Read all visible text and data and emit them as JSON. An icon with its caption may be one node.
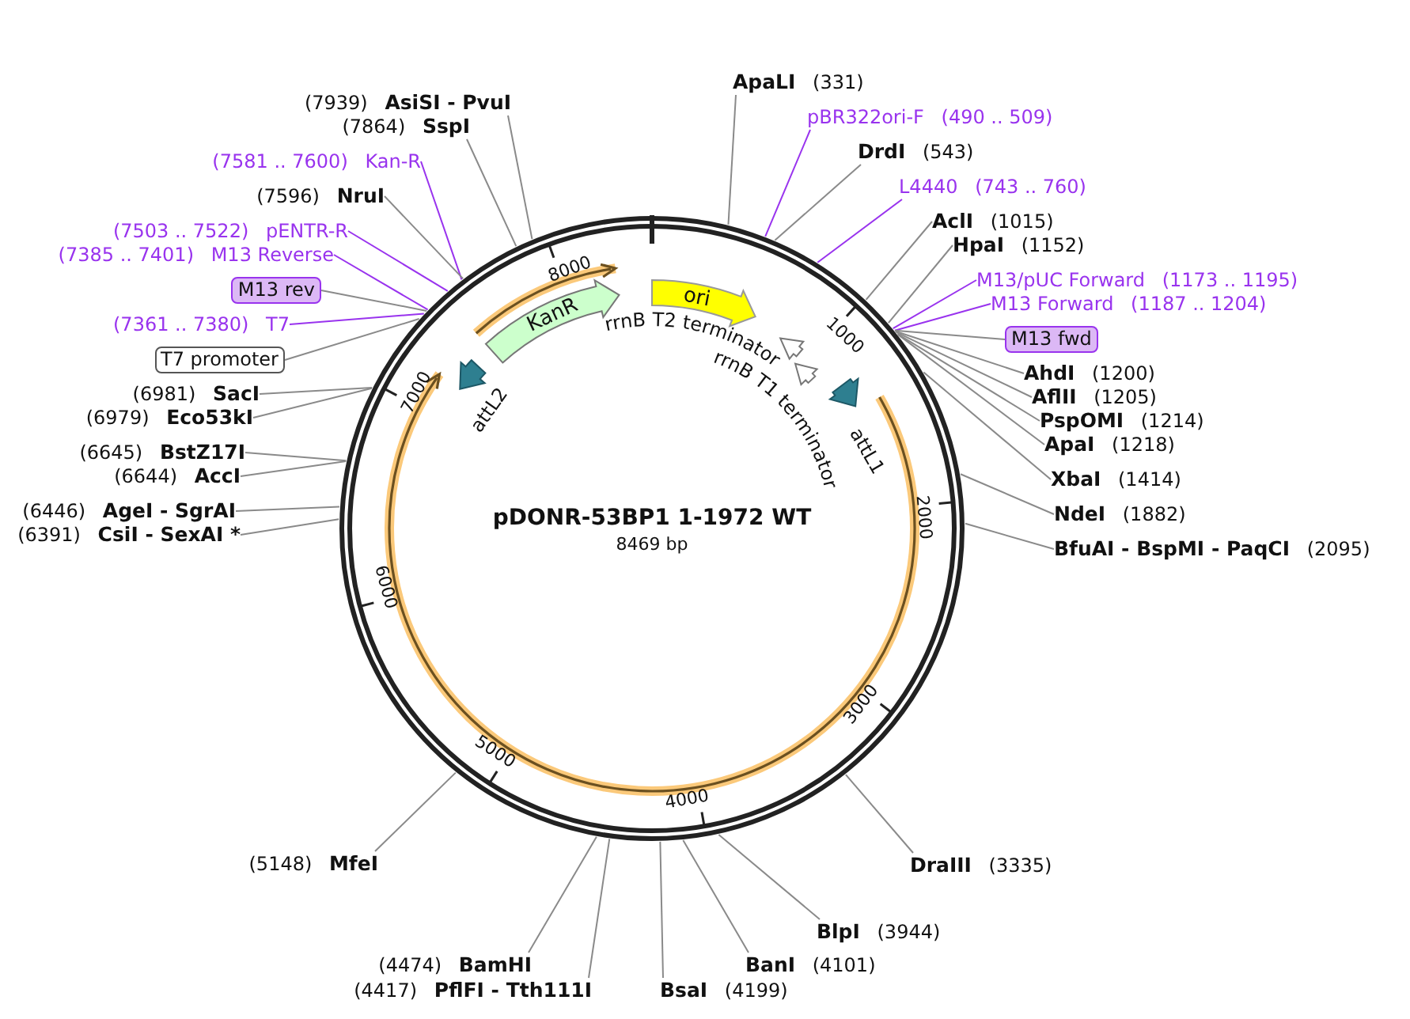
{
  "diagram": {
    "nodes": [
      {
        "text": [
          "pDONR-53BP1 1-1972 WT",
          "8469 bp"
        ]
      },
      {
        "text": [
          "KanR"
        ],
        "in": 0
      },
      {
        "text": [
          "ori"
        ],
        "in": 0
      },
      {
        "text": [
          "rrnB T2 terminator"
        ],
        "in": 0
      },
      {
        "text": [
          "rrnB T1 terminator"
        ],
        "in": 0
      },
      {
        "text": [
          "attL2"
        ],
        "in": 0
      },
      {
        "text": [
          "attL1"
        ],
        "in": 0
      },
      {
        "text": [
          "(7939)",
          "AsiSI - PvuI"
        ]
      },
      {
        "text": [
          "(7864)",
          "SspI"
        ]
      },
      {
        "text": [
          "(7581 .. 7600)",
          "Kan-R"
        ]
      },
      {
        "text": [
          "(7596)",
          "NruI"
        ]
      },
      {
        "text": [
          "(7503 .. 7522)",
          "pENTR-R"
        ]
      },
      {
        "text": [
          "(7385 .. 7401)",
          "M13 Reverse"
        ]
      },
      {
        "text": [
          "M13 rev"
        ]
      },
      {
        "text": [
          "(7361 .. 7380)",
          "T7"
        ]
      },
      {
        "text": [
          "T7 promoter"
        ]
      },
      {
        "text": [
          "(6981)",
          "SacI"
        ]
      },
      {
        "text": [
          "(6979)",
          "Eco53kI"
        ]
      },
      {
        "text": [
          "(6645)",
          "BstZ17I"
        ]
      },
      {
        "text": [
          "(6644)",
          "AccI"
        ]
      },
      {
        "text": [
          "(6446)",
          "AgeI - SgrAI"
        ]
      },
      {
        "text": [
          "(6391)",
          "CsiI - SexAI *"
        ]
      },
      {
        "text": [
          "ApaLI",
          "(331)"
        ]
      },
      {
        "text": [
          "pBR322ori-F",
          "(490 .. 509)"
        ]
      },
      {
        "text": [
          "DrdI",
          "(543)"
        ]
      },
      {
        "text": [
          "L4440",
          "(743 .. 760)"
        ]
      },
      {
        "text": [
          "AclI",
          "(1015)"
        ]
      },
      {
        "text": [
          "HpaI",
          "(1152)"
        ]
      },
      {
        "text": [
          "M13/pUC Forward",
          "(1173 .. 1195)"
        ]
      },
      {
        "text": [
          "M13 Forward",
          "(1187 .. 1204)"
        ]
      },
      {
        "text": [
          "M13 fwd"
        ]
      },
      {
        "text": [
          "AhdI",
          "(1200)"
        ]
      },
      {
        "text": [
          "AflII",
          "(1205)"
        ]
      },
      {
        "text": [
          "PspOMI",
          "(1214)"
        ]
      },
      {
        "text": [
          "ApaI",
          "(1218)"
        ]
      },
      {
        "text": [
          "XbaI",
          "(1414)"
        ]
      },
      {
        "text": [
          "NdeI",
          "(1882)"
        ]
      },
      {
        "text": [
          "BfuAI - BspMI - PaqCI",
          "(2095)"
        ]
      },
      {
        "text": [
          "DraIII",
          "(3335)"
        ]
      },
      {
        "text": [
          "BlpI",
          "(3944)"
        ]
      },
      {
        "text": [
          "BanI",
          "(4101)"
        ]
      },
      {
        "text": [
          "BsaI",
          "(4199)"
        ]
      },
      {
        "text": [
          "(4474)",
          "BamHI"
        ]
      },
      {
        "text": [
          "(4417)",
          "PflFI - Tth111I"
        ]
      },
      {
        "text": [
          "(5148)",
          "MfeI"
        ]
      }
    ],
    "edges": [
      {
        "from": 7,
        "to": 0,
        "arrow": "none"
      },
      {
        "from": 8,
        "to": 0,
        "arrow": "none"
      },
      {
        "from": 9,
        "to": 0,
        "arrow": "none",
        "color": "#9933ee"
      },
      {
        "from": 10,
        "to": 0,
        "arrow": "none"
      },
      {
        "from": 11,
        "to": 0,
        "arrow": "none",
        "color": "#9933ee"
      },
      {
        "from": 12,
        "to": 0,
        "arrow": "none",
        "color": "#9933ee"
      },
      {
        "from": 13,
        "to": 0,
        "arrow": "none"
      },
      {
        "from": 14,
        "to": 0,
        "arrow": "none",
        "color": "#9933ee"
      },
      {
        "from": 15,
        "to": 0,
        "arrow": "none"
      },
      {
        "from": 16,
        "to": 0,
        "arrow": "none"
      },
      {
        "from": 17,
        "to": 0,
        "arrow": "none"
      },
      {
        "from": 18,
        "to": 0,
        "arrow": "none"
      },
      {
        "from": 19,
        "to": 0,
        "arrow": "none"
      },
      {
        "from": 20,
        "to": 0,
        "arrow": "none"
      },
      {
        "from": 21,
        "to": 0,
        "arrow": "none"
      },
      {
        "from": 22,
        "to": 0,
        "arrow": "none"
      },
      {
        "from": 23,
        "to": 0,
        "arrow": "none",
        "color": "#9933ee"
      },
      {
        "from": 24,
        "to": 0,
        "arrow": "none"
      },
      {
        "from": 25,
        "to": 0,
        "arrow": "none",
        "color": "#9933ee"
      },
      {
        "from": 26,
        "to": 0,
        "arrow": "none"
      },
      {
        "from": 27,
        "to": 0,
        "arrow": "none"
      },
      {
        "from": 28,
        "to": 0,
        "arrow": "none",
        "color": "#9933ee"
      },
      {
        "from": 29,
        "to": 0,
        "arrow": "none",
        "color": "#9933ee"
      },
      {
        "from": 30,
        "to": 0,
        "arrow": "none"
      },
      {
        "from": 31,
        "to": 0,
        "arrow": "none"
      },
      {
        "from": 32,
        "to": 0,
        "arrow": "none"
      },
      {
        "from": 33,
        "to": 0,
        "arrow": "none"
      },
      {
        "from": 34,
        "to": 0,
        "arrow": "none"
      },
      {
        "from": 35,
        "to": 0,
        "arrow": "none"
      },
      {
        "from": 36,
        "to": 0,
        "arrow": "none"
      },
      {
        "from": 37,
        "to": 0,
        "arrow": "none"
      },
      {
        "from": 38,
        "to": 0,
        "arrow": "none"
      },
      {
        "from": 39,
        "to": 0,
        "arrow": "none"
      },
      {
        "from": 40,
        "to": 0,
        "arrow": "none"
      },
      {
        "from": 41,
        "to": 0,
        "arrow": "none"
      },
      {
        "from": 42,
        "to": 0,
        "arrow": "none"
      },
      {
        "from": 43,
        "to": 0,
        "arrow": "none"
      },
      {
        "from": 44,
        "to": 0,
        "arrow": "none"
      }
    ],
    "labels": [
      "1000",
      "2000",
      "3000",
      "4000",
      "5000",
      "6000",
      "7000",
      "8000"
    ]
  }
}
